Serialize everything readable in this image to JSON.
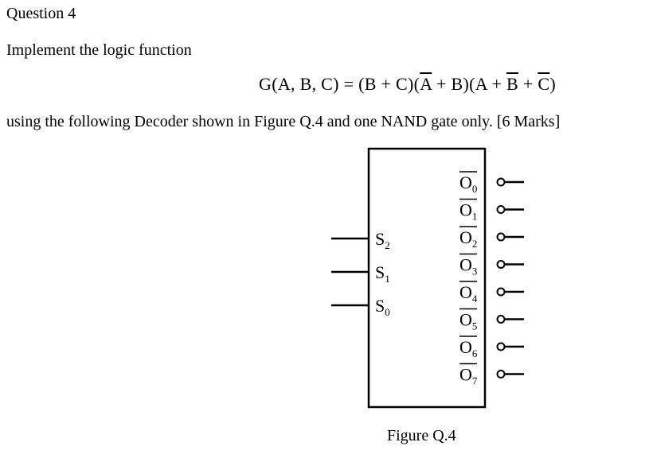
{
  "question": {
    "heading": "Question 4",
    "instruction": "Implement the logic function",
    "usage": "using the following Decoder shown in Figure Q.4 and one NAND gate only. [6 Marks]"
  },
  "equation": {
    "lhs": "G(A, B, C) = ",
    "t1": "(B + C)(",
    "a_bar": "A",
    "t2": " + B)(A + ",
    "b_bar": "B",
    "t3": " + ",
    "c_bar": "C",
    "t4": ")"
  },
  "decoder": {
    "inputs": [
      {
        "base": "S",
        "sub": "2"
      },
      {
        "base": "S",
        "sub": "1"
      },
      {
        "base": "S",
        "sub": "0"
      }
    ],
    "outputs": [
      {
        "base": "O",
        "sub": "0"
      },
      {
        "base": "O",
        "sub": "1"
      },
      {
        "base": "O",
        "sub": "2"
      },
      {
        "base": "O",
        "sub": "3"
      },
      {
        "base": "O",
        "sub": "4"
      },
      {
        "base": "O",
        "sub": "5"
      },
      {
        "base": "O",
        "sub": "6"
      },
      {
        "base": "O",
        "sub": "7"
      }
    ],
    "active_low_outputs": true
  },
  "figure": {
    "caption": "Figure Q.4"
  }
}
